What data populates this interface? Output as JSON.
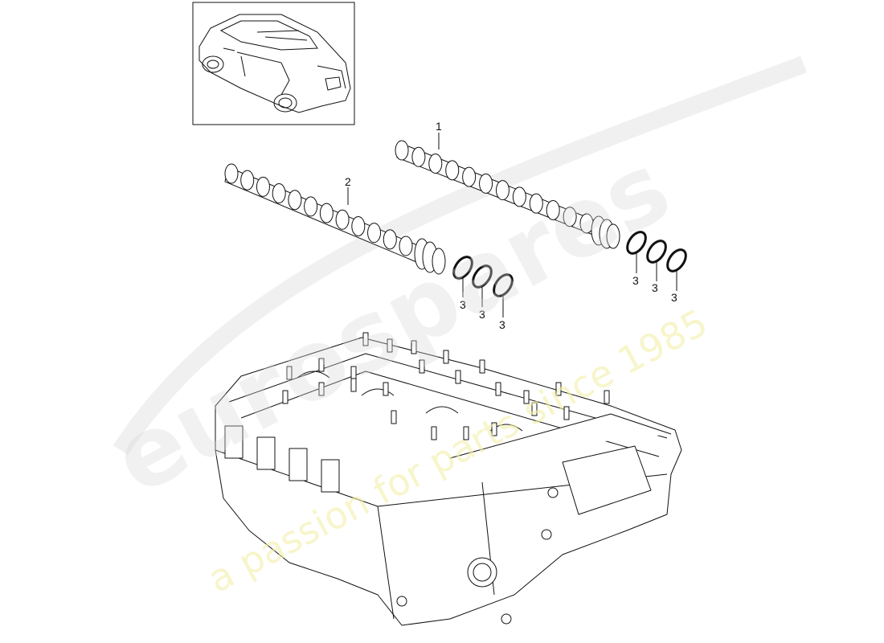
{
  "diagram": {
    "callouts": [
      {
        "id": "c1",
        "label": "1"
      },
      {
        "id": "c2",
        "label": "2"
      },
      {
        "id": "c3a",
        "label": "3"
      },
      {
        "id": "c3b",
        "label": "3"
      },
      {
        "id": "c3c",
        "label": "3"
      },
      {
        "id": "c3d",
        "label": "3"
      },
      {
        "id": "c3e",
        "label": "3"
      },
      {
        "id": "c3f",
        "label": "3"
      }
    ]
  },
  "watermark": {
    "brand": "eurospares",
    "tagline": "a passion for parts since 1985",
    "brand_color": "#d8d8d8",
    "tagline_color": "#f2f0a8"
  },
  "colors": {
    "line": "#111111",
    "background": "#ffffff"
  }
}
